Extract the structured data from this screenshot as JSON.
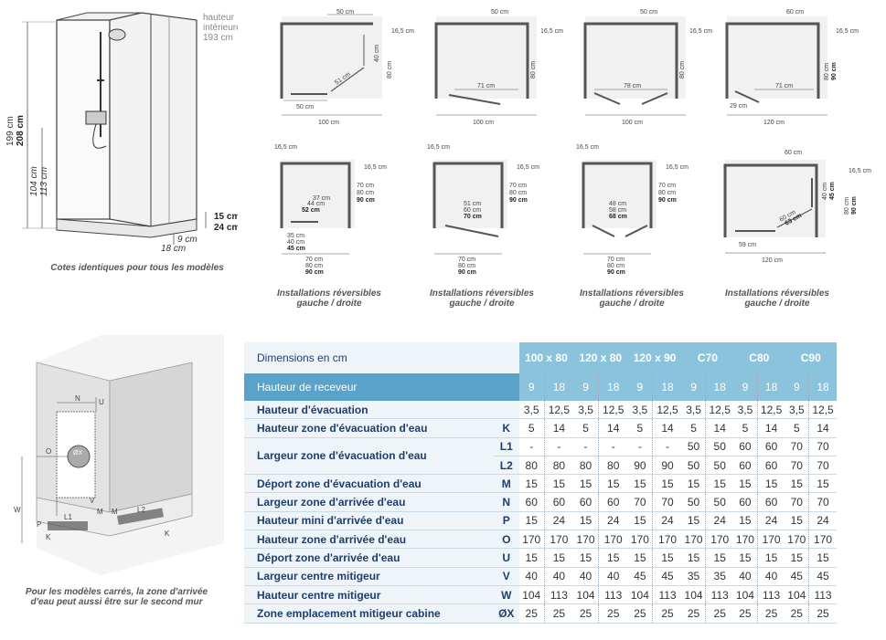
{
  "cabin": {
    "height_label_1": "hauteur",
    "height_label_2": "intérieure",
    "height_label_3": "193 cm",
    "h199": "199 cm",
    "h208": "208 cm",
    "h104": "104 cm",
    "h113": "113 cm",
    "h15": "15 cm",
    "h24": "24 cm",
    "h9": "9 cm",
    "h18": "18 cm",
    "caption": "Cotes identiques pour tous les modèles"
  },
  "plans": {
    "row1": [
      {
        "top": "50 cm",
        "side": "16,5 cm",
        "inner": "40 cm",
        "depth": "80 cm",
        "diag": "51 cm",
        "bottom_inner": "50 cm",
        "bottom": "100 cm"
      },
      {
        "top": "50 cm",
        "side": "16,5 cm",
        "depth": "80 cm",
        "door": "71 cm",
        "bottom": "100 cm"
      },
      {
        "top": "50 cm",
        "side": "16,5 cm",
        "depth": "80 cm",
        "door": "78 cm",
        "bottom": "100 cm"
      },
      {
        "top": "60 cm",
        "side": "16,5 cm",
        "depth_a": "80 cm",
        "depth_b": "90 cm",
        "door": "71 cm",
        "small": "29 cm",
        "bottom": "120 cm"
      }
    ],
    "row2": [
      {
        "left": "16,5 cm",
        "side": "16,5 cm",
        "d1": "70 cm",
        "d2": "80 cm",
        "d3": "90 cm",
        "i1": "37 cm",
        "i2": "44 cm",
        "i3": "52 cm",
        "b1": "35 cm",
        "b2": "40 cm",
        "b3": "45 cm",
        "w1": "70 cm",
        "w2": "80 cm",
        "w3": "90 cm"
      },
      {
        "left": "16,5 cm",
        "side": "16,5 cm",
        "d1": "70 cm",
        "d2": "80 cm",
        "d3": "90 cm",
        "i1": "51 cm",
        "i2": "60 cm",
        "i3": "70 cm",
        "w1": "70 cm",
        "w2": "80 cm",
        "w3": "90 cm"
      },
      {
        "left": "16,5 cm",
        "side": "16,5 cm",
        "d1": "70 cm",
        "d2": "80 cm",
        "d3": "90 cm",
        "i1": "48 cm",
        "i2": "58 cm",
        "i3": "68 cm",
        "w1": "70 cm",
        "w2": "80 cm",
        "w3": "90 cm"
      },
      {
        "top": "60 cm",
        "side": "16,5 cm",
        "s1": "40 cm",
        "s2": "45 cm",
        "d1": "80 cm",
        "d2": "90 cm",
        "g1": "60 cm",
        "g2": "63 cm",
        "small": "59 cm",
        "bottom": "120 cm"
      }
    ],
    "caption_line1": "Installations réversibles",
    "caption_line2": "gauche / droite"
  },
  "wall": {
    "labels": {
      "N": "N",
      "U": "U",
      "O": "O",
      "X": "ØX",
      "V": "V",
      "W": "W",
      "P": "P",
      "M1": "M",
      "M2": "M",
      "K1": "K",
      "K2": "K",
      "L1": "L1",
      "L2": "L2"
    },
    "caption_line1": "Pour les modèles carrés, la zone d'arrivée",
    "caption_line2": "d'eau peut aussi être sur le second mur"
  },
  "table": {
    "header_label": "Dimensions en cm",
    "sub_label": "Hauteur de receveur",
    "models": [
      "100 x 80",
      "120 x 80",
      "120 x 90",
      "C70",
      "C80",
      "C90"
    ],
    "receveur": [
      "9",
      "18",
      "9",
      "18",
      "9",
      "18",
      "9",
      "18",
      "9",
      "18",
      "9",
      "18"
    ],
    "rows": [
      {
        "label": "Hauteur d'évacuation",
        "key": "",
        "values": [
          "3,5",
          "12,5",
          "3,5",
          "12,5",
          "3,5",
          "12,5",
          "3,5",
          "12,5",
          "3,5",
          "12,5",
          "3,5",
          "12,5"
        ]
      },
      {
        "label": "Hauteur zone d'évacuation d'eau",
        "key": "K",
        "values": [
          "5",
          "14",
          "5",
          "14",
          "5",
          "14",
          "5",
          "14",
          "5",
          "14",
          "5",
          "14"
        ]
      },
      {
        "label": "Largeur zone d'évacuation d'eau",
        "key": "L1",
        "values": [
          "-",
          "-",
          "-",
          "-",
          "-",
          "-",
          "50",
          "50",
          "60",
          "60",
          "70",
          "70"
        ]
      },
      {
        "label": "",
        "key": "L2",
        "values": [
          "80",
          "80",
          "80",
          "80",
          "90",
          "90",
          "50",
          "50",
          "60",
          "60",
          "70",
          "70"
        ]
      },
      {
        "label": "Déport zone d'évacuation d'eau",
        "key": "M",
        "values": [
          "15",
          "15",
          "15",
          "15",
          "15",
          "15",
          "15",
          "15",
          "15",
          "15",
          "15",
          "15"
        ]
      },
      {
        "label": "Largeur zone d'arrivée d'eau",
        "key": "N",
        "values": [
          "60",
          "60",
          "60",
          "60",
          "70",
          "70",
          "50",
          "50",
          "60",
          "60",
          "70",
          "70"
        ]
      },
      {
        "label": "Hauteur mini d'arrivée d'eau",
        "key": "P",
        "values": [
          "15",
          "24",
          "15",
          "24",
          "15",
          "24",
          "15",
          "24",
          "15",
          "24",
          "15",
          "24"
        ]
      },
      {
        "label": "Hauteur zone d'arrivée d'eau",
        "key": "O",
        "values": [
          "170",
          "170",
          "170",
          "170",
          "170",
          "170",
          "170",
          "170",
          "170",
          "170",
          "170",
          "170"
        ]
      },
      {
        "label": "Déport zone d'arrivée d'eau",
        "key": "U",
        "values": [
          "15",
          "15",
          "15",
          "15",
          "15",
          "15",
          "15",
          "15",
          "15",
          "15",
          "15",
          "15"
        ]
      },
      {
        "label": "Largeur centre mitigeur",
        "key": "V",
        "values": [
          "40",
          "40",
          "40",
          "40",
          "45",
          "45",
          "35",
          "35",
          "40",
          "40",
          "45",
          "45"
        ]
      },
      {
        "label": "Hauteur centre mitigeur",
        "key": "W",
        "values": [
          "104",
          "113",
          "104",
          "113",
          "104",
          "113",
          "104",
          "113",
          "104",
          "113",
          "104",
          "113"
        ]
      },
      {
        "label": "Zone emplacement mitigeur cabine",
        "key": "ØX",
        "values": [
          "25",
          "25",
          "25",
          "25",
          "25",
          "25",
          "25",
          "25",
          "25",
          "25",
          "25",
          "25"
        ]
      }
    ]
  }
}
